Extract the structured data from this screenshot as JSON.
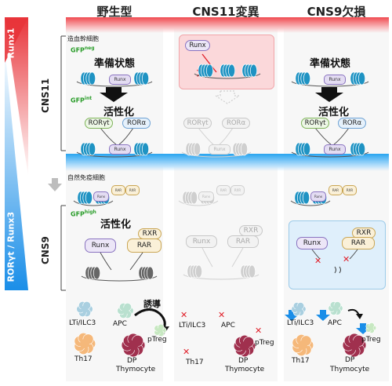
{
  "columns": {
    "wildtype": "野生型",
    "cns11_mut": "CNS11変異",
    "cns9_del": "CNS9欠損"
  },
  "side": {
    "runx1": "Runx1",
    "cns11": "CNS11",
    "cns9": "CNS9",
    "rorgt_runx3": "RORγt / Runx3"
  },
  "section_top": {
    "title": "造血幹細胞",
    "gfp_neg": "GFP",
    "gfp_neg_sup": "neg",
    "gfp_int": "GFP",
    "gfp_int_sup": "int",
    "ready_state": "準備状態",
    "activation": "活性化",
    "runx": "Runx",
    "rorgt": "RORγt",
    "rora": "RORα"
  },
  "section_bottom": {
    "title": "自然免疫細胞",
    "gfp_high": "GFP",
    "gfp_high_sup": "high",
    "activation": "活性化",
    "runx": "Runx",
    "rar": "RAR",
    "rxr": "RXR",
    "mini_runx": "Runx",
    "mini_rar": "RAR",
    "mini_rxr": "RXR"
  },
  "cells": {
    "lti": "LTi/ILC3",
    "apc": "APC",
    "induce": "誘導",
    "ptreg": "pTreg",
    "th17": "Th17",
    "dp": "DP",
    "thymocyte": "Thymocyte"
  },
  "colors": {
    "red": "#e8343a",
    "blue": "#1a8ee8",
    "wt_fill": "#1aa0c8",
    "chrom": "#1f93c3",
    "gray_chrom": "#cfcfcf"
  }
}
